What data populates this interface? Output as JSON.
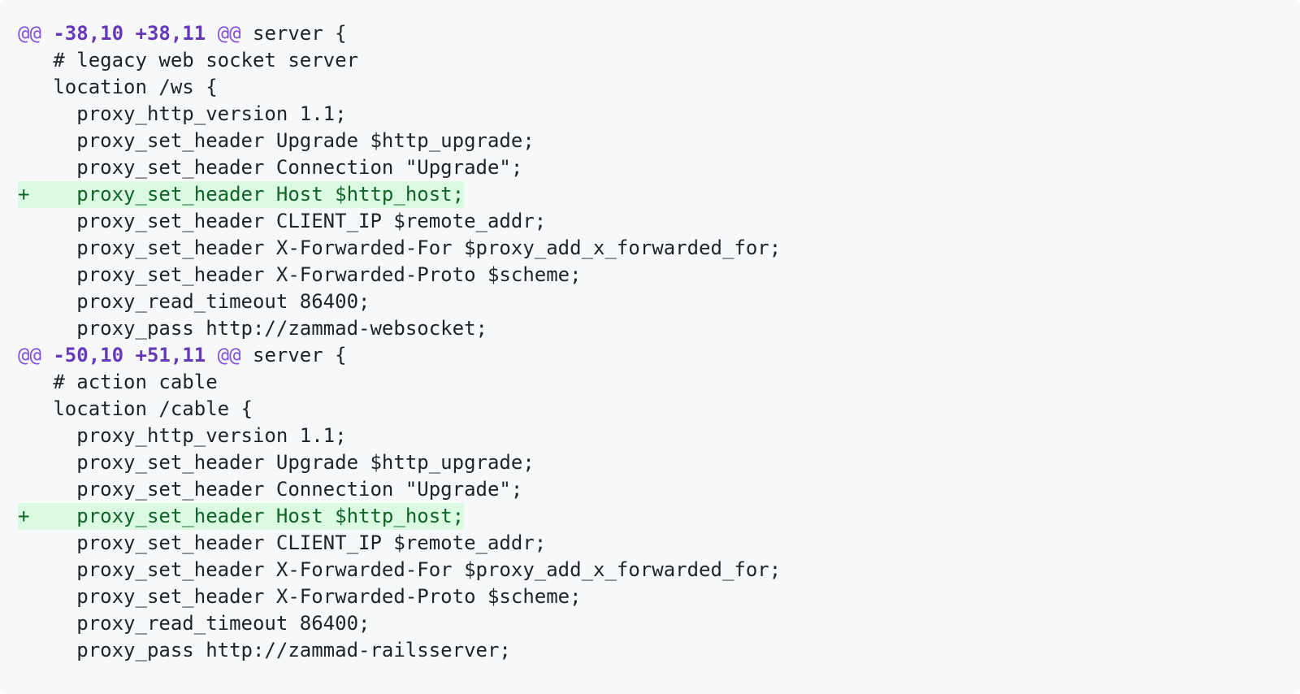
{
  "code_block": {
    "language": "diff",
    "colors": {
      "block_background": "#f6f8fa",
      "page_background": "#ffffff",
      "default_text": "#1f2328",
      "hunk_at_symbol": "#8250df",
      "hunk_range_text": "#6639ba",
      "added_line_text": "#116329",
      "added_line_background": "#dafbe1"
    },
    "lines": [
      {
        "type": "hunk",
        "at": "@@",
        "range": "-38,10 +38,11",
        "tail": " server {"
      },
      {
        "type": "context",
        "text": "   # legacy web socket server"
      },
      {
        "type": "context",
        "text": "   location /ws {"
      },
      {
        "type": "context",
        "text": "     proxy_http_version 1.1;"
      },
      {
        "type": "context",
        "text": "     proxy_set_header Upgrade $http_upgrade;"
      },
      {
        "type": "context",
        "text": "     proxy_set_header Connection \"Upgrade\";"
      },
      {
        "type": "added",
        "text": "+    proxy_set_header Host $http_host;"
      },
      {
        "type": "context",
        "text": "     proxy_set_header CLIENT_IP $remote_addr;"
      },
      {
        "type": "context",
        "text": "     proxy_set_header X-Forwarded-For $proxy_add_x_forwarded_for;"
      },
      {
        "type": "context",
        "text": "     proxy_set_header X-Forwarded-Proto $scheme;"
      },
      {
        "type": "context",
        "text": "     proxy_read_timeout 86400;"
      },
      {
        "type": "context",
        "text": "     proxy_pass http://zammad-websocket;"
      },
      {
        "type": "hunk",
        "at": "@@",
        "range": "-50,10 +51,11",
        "tail": " server {"
      },
      {
        "type": "context",
        "text": "   # action cable"
      },
      {
        "type": "context",
        "text": "   location /cable {"
      },
      {
        "type": "context",
        "text": "     proxy_http_version 1.1;"
      },
      {
        "type": "context",
        "text": "     proxy_set_header Upgrade $http_upgrade;"
      },
      {
        "type": "context",
        "text": "     proxy_set_header Connection \"Upgrade\";"
      },
      {
        "type": "added",
        "text": "+    proxy_set_header Host $http_host;"
      },
      {
        "type": "context",
        "text": "     proxy_set_header CLIENT_IP $remote_addr;"
      },
      {
        "type": "context",
        "text": "     proxy_set_header X-Forwarded-For $proxy_add_x_forwarded_for;"
      },
      {
        "type": "context",
        "text": "     proxy_set_header X-Forwarded-Proto $scheme;"
      },
      {
        "type": "context",
        "text": "     proxy_read_timeout 86400;"
      },
      {
        "type": "context",
        "text": "     proxy_pass http://zammad-railsserver;"
      }
    ]
  }
}
